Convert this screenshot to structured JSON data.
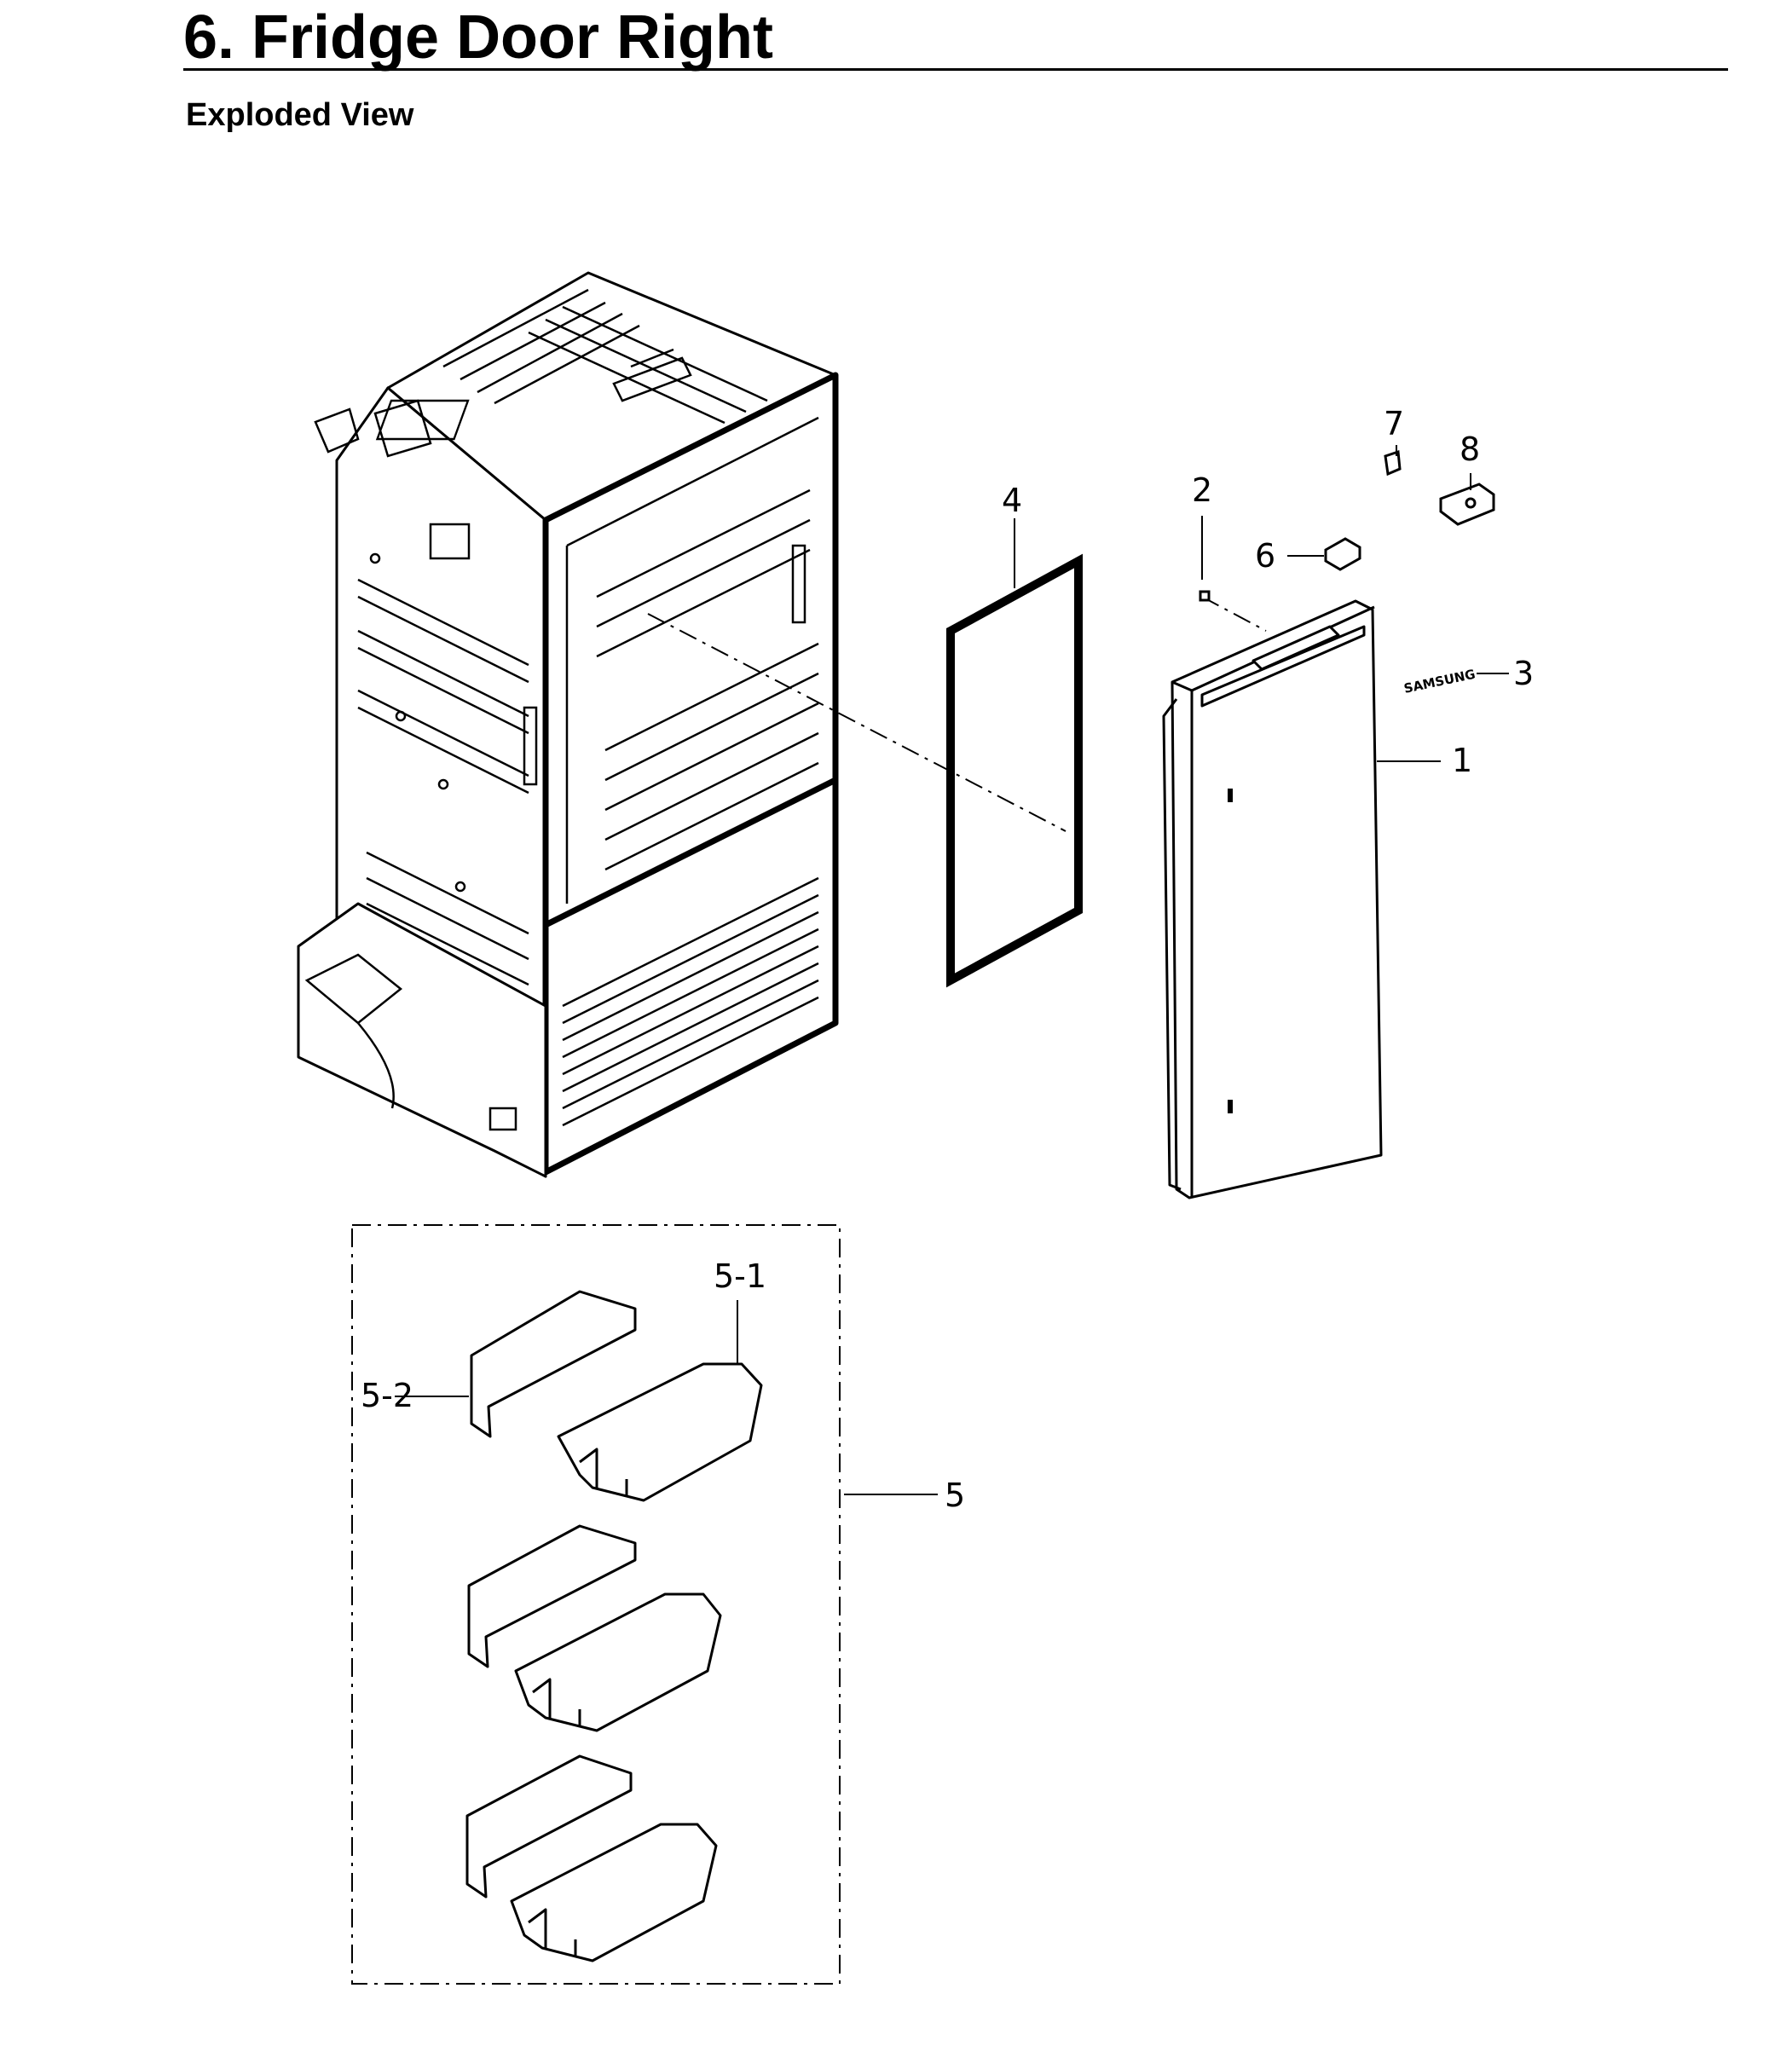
{
  "header": {
    "title": "6.  Fridge Door Right",
    "subtitle": "Exploded View"
  },
  "callouts": {
    "c1": "1",
    "c2": "2",
    "c3": "3",
    "c4": "4",
    "c5": "5",
    "c5_1": "5-1",
    "c5_2": "5-2",
    "c6": "6",
    "c7": "7",
    "c8": "8"
  },
  "parts": {
    "door_logo": "SAMSUNG"
  },
  "colors": {
    "line": "#000000",
    "background": "#ffffff",
    "part_fill": "#ffffff"
  }
}
